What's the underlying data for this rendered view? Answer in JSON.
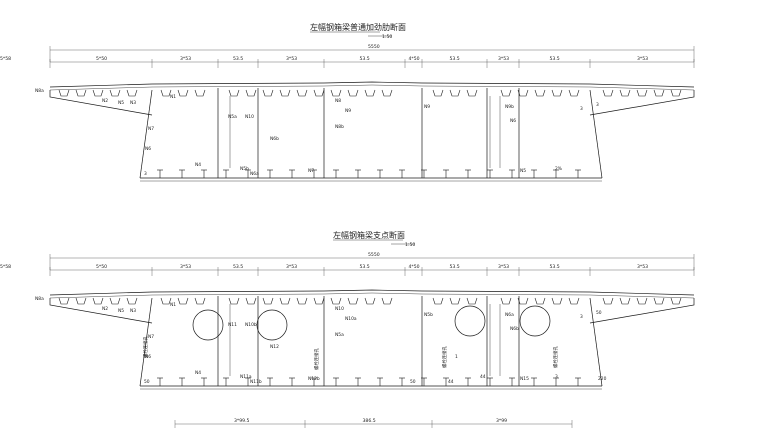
{
  "drawing_sheet": {
    "sections": [
      {
        "id": "upper",
        "title": "左幅钢箱梁普通加劲肋断面",
        "scale": "1:50",
        "overall_dim": "5550",
        "top_dims": [
          "5*50",
          "3*53",
          "53.5",
          "3*53",
          "53.5",
          "4*50",
          "53.5",
          "3*53",
          "53.5",
          "3*53",
          "5*58"
        ],
        "labels": [
          "N8a",
          "N1",
          "N2",
          "N3",
          "N4",
          "N5",
          "N6",
          "N7",
          "N8",
          "N9",
          "N10",
          "N5a",
          "N5b",
          "N6a",
          "N6b",
          "N7",
          "N8b",
          "N9",
          "N9b",
          "N6",
          "N5",
          "2%",
          "3",
          "3",
          "3"
        ]
      },
      {
        "id": "lower",
        "title": "左幅钢箱梁支点断面",
        "scale": "1:50",
        "overall_dim": "5550",
        "top_dims": [
          "5*50",
          "3*53",
          "53.5",
          "3*53",
          "53.5",
          "4*50",
          "53.5",
          "3*53",
          "53.5",
          "3*53",
          "5*58"
        ],
        "bottom_dims": [
          "3*99.5",
          "386.5",
          "3*99"
        ],
        "labels": [
          "N8a",
          "N1",
          "N2",
          "N3",
          "N4",
          "N5",
          "N6",
          "N7",
          "N10",
          "N10a",
          "N10b",
          "N11",
          "N11a",
          "N11b",
          "N12",
          "N12b",
          "N5a",
          "N5b",
          "N6a",
          "N6b",
          "N15",
          "3",
          "3",
          "50",
          "50",
          "50",
          "220",
          "44",
          "44",
          "1"
        ],
        "notes": [
          "螺栓连接孔",
          "螺栓连接孔",
          "螺栓连接孔",
          "螺栓连接孔"
        ]
      }
    ]
  }
}
